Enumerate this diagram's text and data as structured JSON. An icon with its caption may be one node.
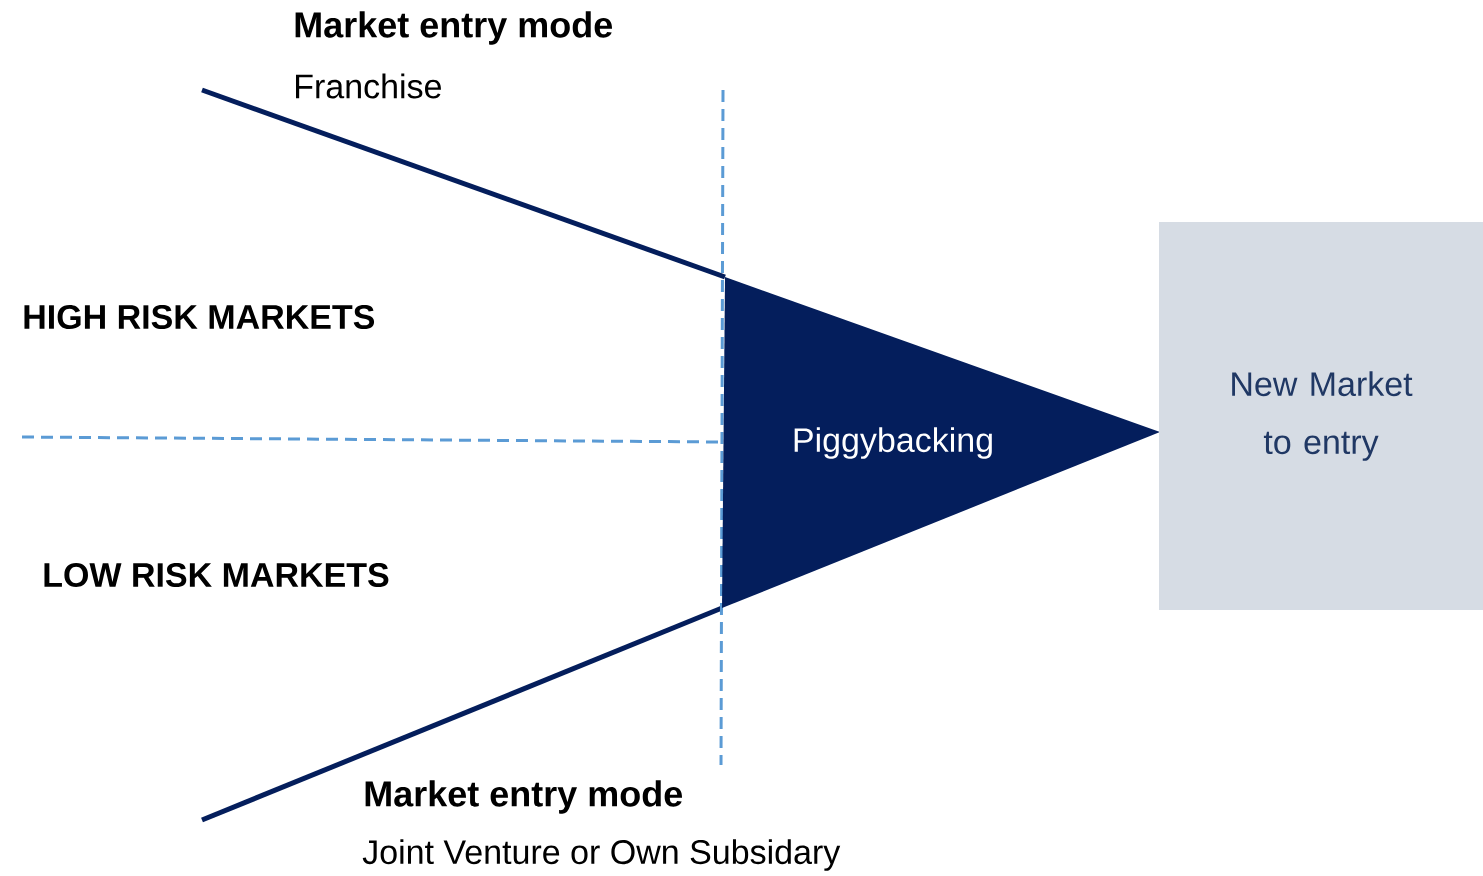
{
  "diagram": {
    "nodes": [
      {
        "text": [
          "Piggybacking"
        ]
      },
      {
        "text": [
          "New Market to entry"
        ]
      }
    ],
    "labels": [
      "Market entry mode",
      "Franchise",
      "HIGH RISK MARKETS",
      "LOW RISK MARKETS",
      "Market entry mode",
      "Joint Venture or Own Subsidary"
    ]
  }
}
